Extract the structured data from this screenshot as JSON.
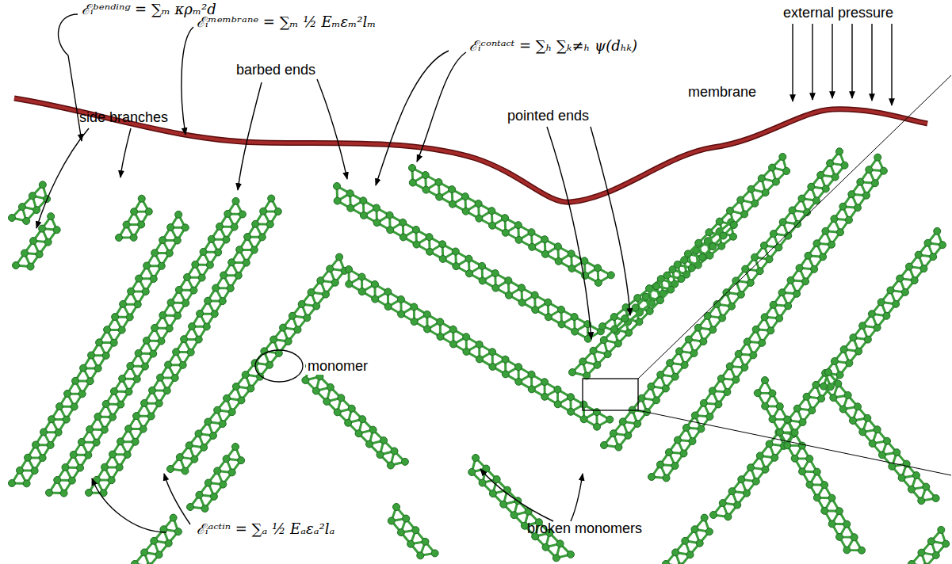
{
  "diagram": {
    "labels": [
      "ℰᵢᵇᵉⁿᵈⁱⁿᵍ = ∑ₘ κρₘ²d",
      "ℰᵢᵐᵉᵐᵇʳᵃⁿᵉ = ∑ₘ ½ Eₘεₘ²lₘ",
      "ℰᵢᶜᵒⁿᵗᵃᶜᵗ = ∑ₕ ∑ₖ≠ₕ ψ(dₕₖ)",
      "external pressure",
      "barbed ends",
      "membrane",
      "side branches",
      "pointed ends",
      "monomer",
      "broken monomers",
      "ℰᵢᵃᶜᵗⁱⁿ = ∑ₐ ½ Eₐεₐ²lₐ"
    ]
  }
}
